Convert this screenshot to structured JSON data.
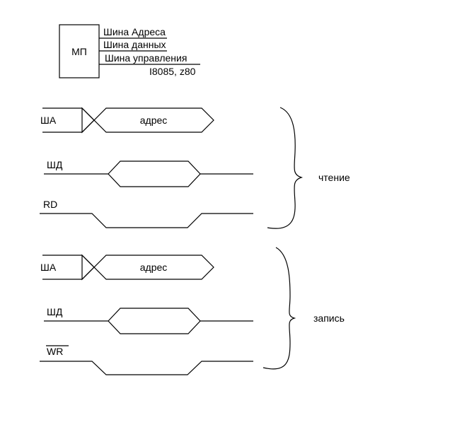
{
  "processor": {
    "block_label": "МП",
    "bus_labels": [
      "Шина Адреса",
      "Шина данных",
      "Шина управления"
    ],
    "examples": "I8085, z80"
  },
  "read_cycle": {
    "address_bus_label": "ША",
    "address_value": "адрес",
    "data_bus_label": "ШД",
    "strobe_label": "RD",
    "strobe_active_low": false,
    "phase_label": "чтение"
  },
  "write_cycle": {
    "address_bus_label": "ША",
    "address_value": "адрес",
    "data_bus_label": "ШД",
    "strobe_label": "WR",
    "strobe_active_low": true,
    "phase_label": "запись"
  }
}
